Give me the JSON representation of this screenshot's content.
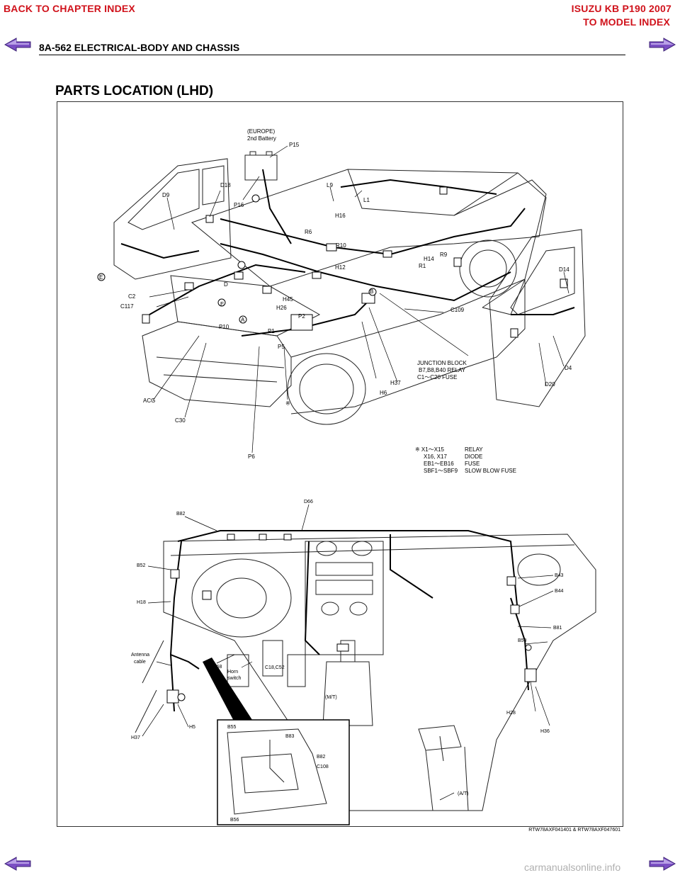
{
  "nav": {
    "back_chapter": "BACK TO CHAPTER INDEX",
    "model_name": "ISUZU KB P190 2007",
    "to_model": "TO MODEL INDEX",
    "prev_icon": "arrow-left-icon",
    "next_icon": "arrow-right-icon",
    "accent_red": "#d0121b",
    "accent_blue": "#1f35b8",
    "arrow_color": "#6a3fb2"
  },
  "header": {
    "page_title": "8A-562  ELECTRICAL-BODY AND CHASSIS"
  },
  "section": {
    "title": "PARTS LOCATION (LHD)"
  },
  "vehicle": {
    "battery_note_1": "(EUROPE)",
    "battery_note_2": "2nd Battery",
    "labels": [
      "P15",
      "P16",
      "D9",
      "D18",
      "L9",
      "L1",
      "H16",
      "R6",
      "R10",
      "H14",
      "R9",
      "R1",
      "H12",
      "D14",
      "E",
      "C2",
      "C117",
      "D",
      "E",
      "H45",
      "H26",
      "B",
      "C109",
      "P2",
      "A",
      "P10",
      "P1",
      "P5",
      "JUNCTION BLOCK",
      "B7,B8,B40 RELAY",
      "C1〜C20 FUSE",
      "H37",
      "H6",
      "D4",
      "D20",
      "ACG",
      "C30",
      "※",
      "P6"
    ],
    "legend": [
      {
        "code": "※ X1〜X15",
        "desc": "RELAY"
      },
      {
        "code": "X16, X17",
        "desc": "DIODE"
      },
      {
        "code": "EB1〜EB16",
        "desc": "FUSE"
      },
      {
        "code": "SBF1〜SBF9",
        "desc": "SLOW BLOW FUSE"
      }
    ]
  },
  "dash": {
    "labels": [
      "B82",
      "D66",
      "B52",
      "H18",
      "Antenna",
      "cable",
      "B68",
      "Horn",
      "switch",
      "C18,C52",
      "B43",
      "B44",
      "B81",
      "B50",
      "H28",
      "H36",
      "H37",
      "H5",
      "(M/T)",
      "B55",
      "B83",
      "B82",
      "C108",
      "B56",
      "(A/T)"
    ]
  },
  "footer": {
    "ref": "RTW78AXF041401 & RTW78AXF047601",
    "watermark": "carmanualsonline.info"
  }
}
